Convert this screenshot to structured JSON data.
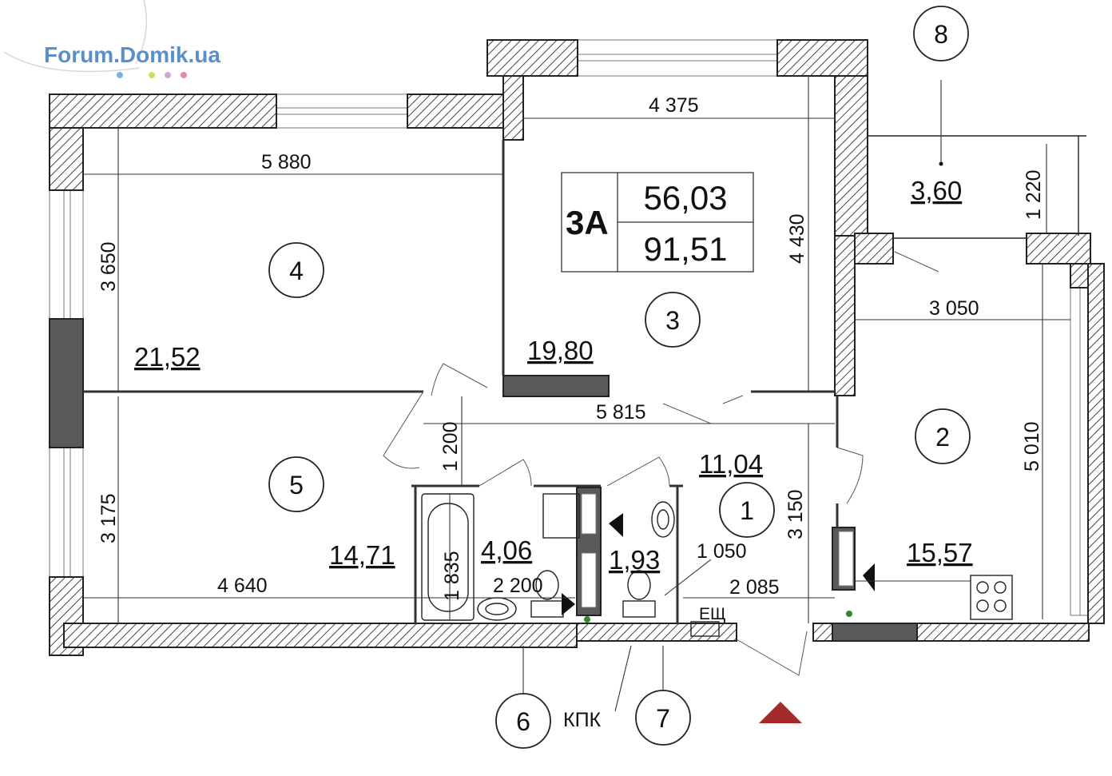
{
  "watermark": {
    "text": "Forum.Domik.ua",
    "dot_colors": [
      "#7fb3e3",
      "#d8dc55",
      "#d5a3da",
      "#e58aa6"
    ]
  },
  "apartment": {
    "type_label": "3А",
    "living_area": "56,03",
    "total_area": "91,51"
  },
  "rooms": [
    {
      "number": "1",
      "area": "11,04"
    },
    {
      "number": "2",
      "area": "15,57"
    },
    {
      "number": "3",
      "area": "19,80"
    },
    {
      "number": "4",
      "area": "21,52"
    },
    {
      "number": "5",
      "area": "14,71"
    },
    {
      "number": "6",
      "area": "4,06"
    },
    {
      "number": "7",
      "area": "1,93"
    },
    {
      "number": "8",
      "area": "3,60"
    }
  ],
  "dimensions": {
    "d4375": "4 375",
    "d5880": "5 880",
    "d3650": "3 650",
    "d4430": "4 430",
    "d1220": "1 220",
    "d3050": "3 050",
    "d5815": "5 815",
    "d1200": "1 200",
    "d5010": "5 010",
    "d3175": "3 175",
    "d3150": "3 150",
    "d1835": "1 835",
    "d1050": "1 050",
    "d4640": "4 640",
    "d2200": "2 200",
    "d2085": "2 085"
  },
  "labels": {
    "panel": "ЕЩ",
    "kpk": "КПК"
  },
  "colors": {
    "entrance_marker": "#a52a2a",
    "wall_hatch": "#444444",
    "logo": "#5b8fc9"
  },
  "icons": {
    "entrance": "triangle-up",
    "kitchen_stove": "four-burner-stove",
    "bathtub": "bathtub",
    "toilet": "toilet",
    "washbasin": "washbasin"
  }
}
